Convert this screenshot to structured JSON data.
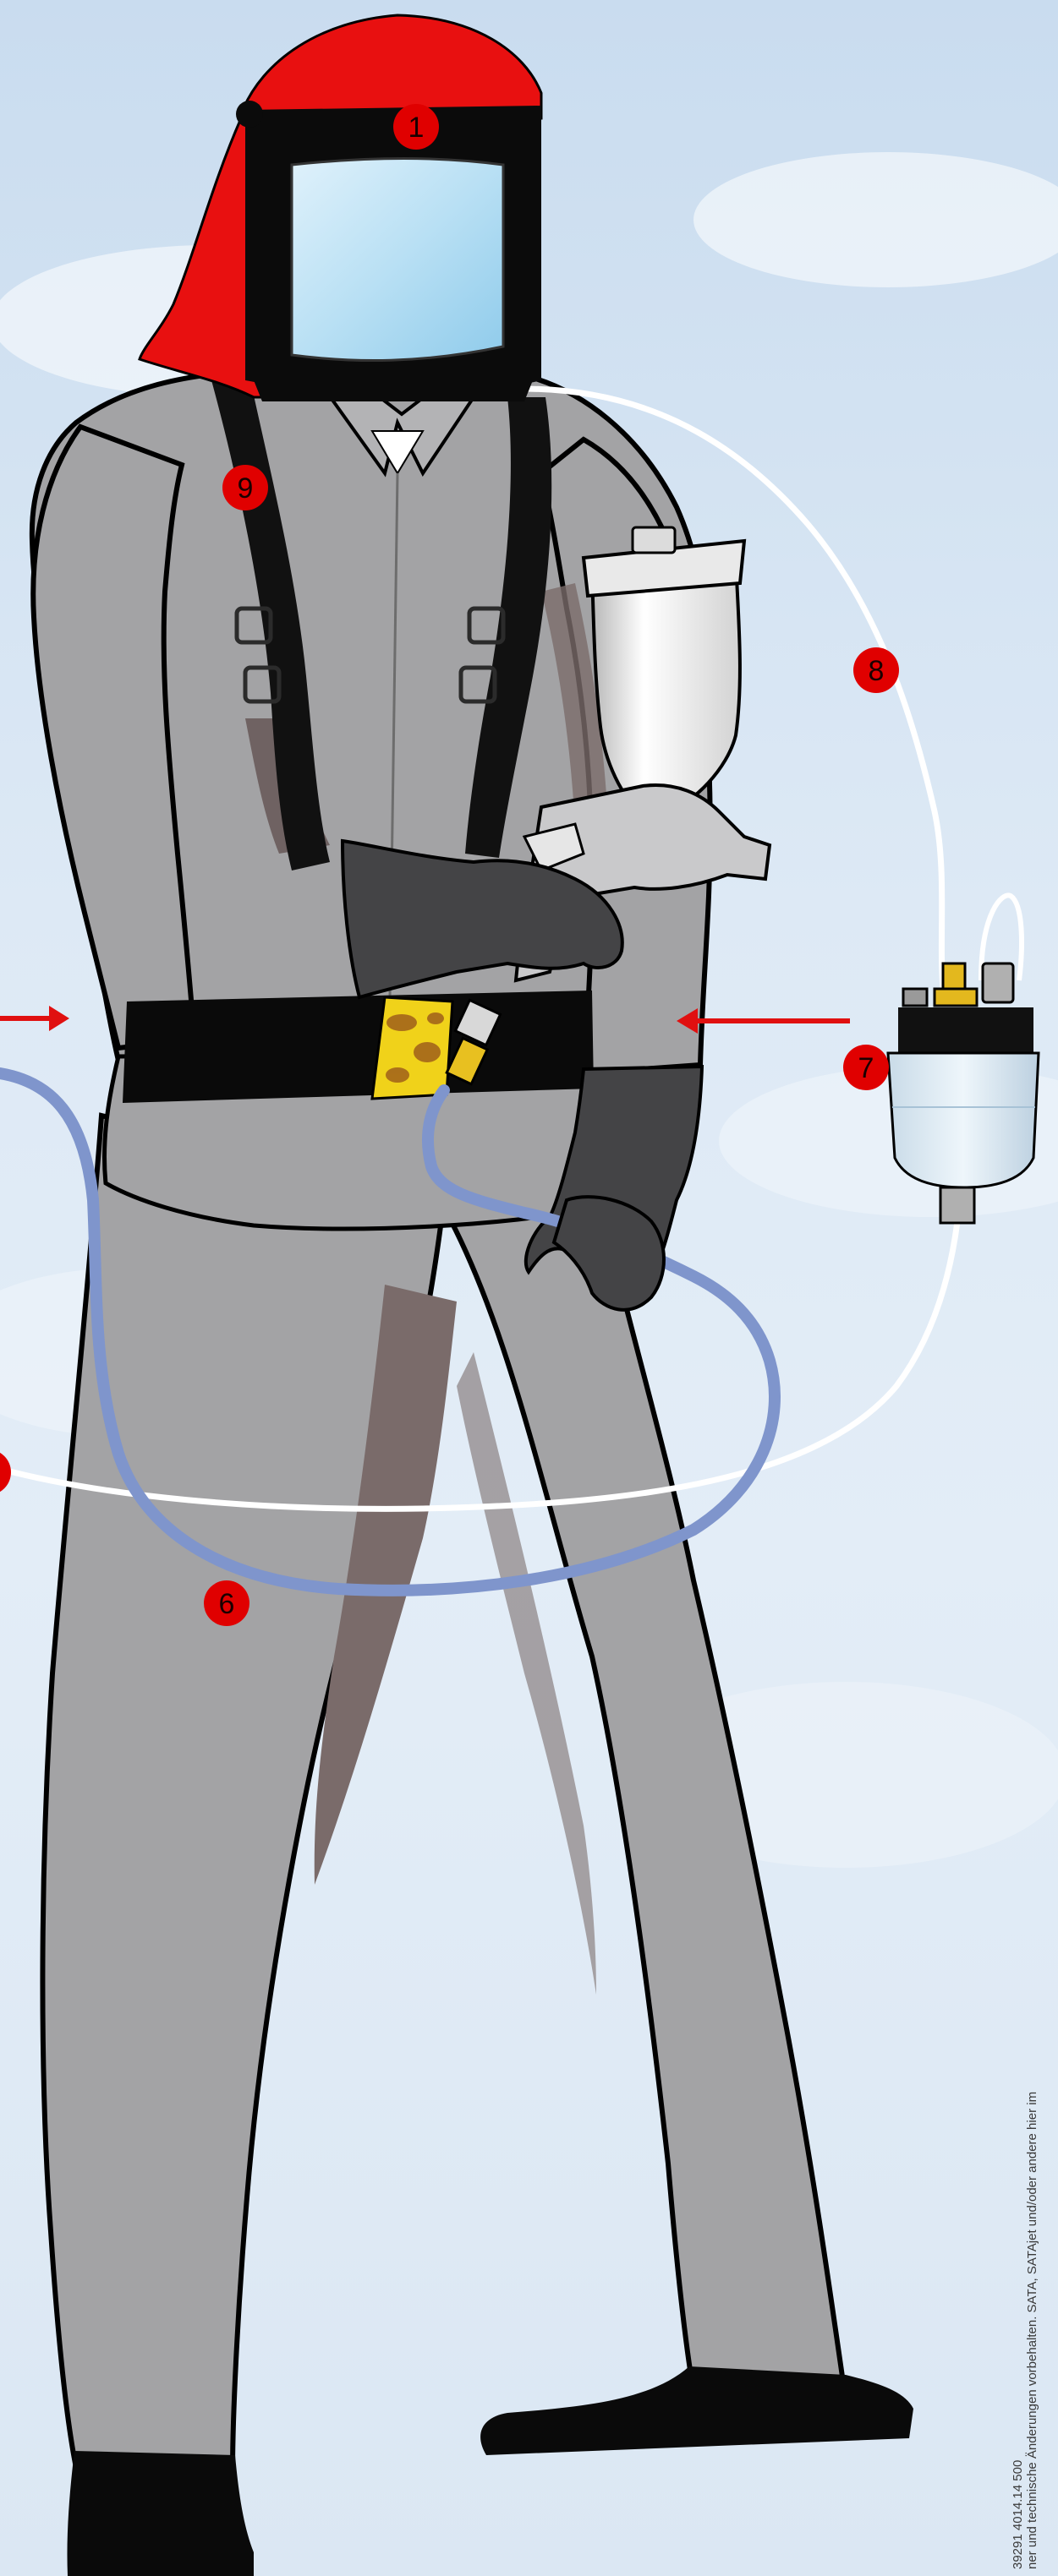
{
  "markers": {
    "m1": "1",
    "m6": "6",
    "m7": "7",
    "m8": "8",
    "m9": "9"
  },
  "footnote": {
    "line1": "39291 4014.14 500",
    "line2": "ner und technische Änderungen vorbehalten. SATA, SATAjet und/oder andere hier im"
  },
  "colors": {
    "marker": "#e00000",
    "hood": "#e81010",
    "suit": "#a3a3a5",
    "hose": "#7f95cc",
    "air_line": "#ffffff",
    "arrow": "#e01010"
  }
}
